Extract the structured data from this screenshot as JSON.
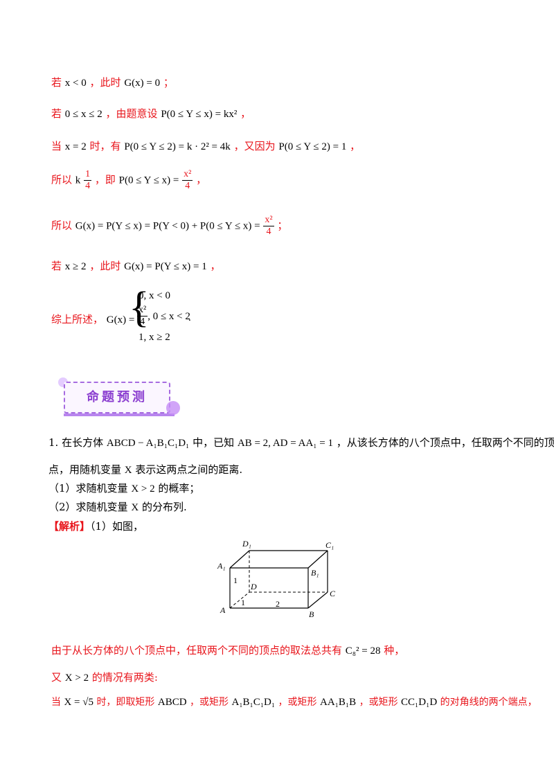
{
  "lines": {
    "l1_a": "若",
    "l1_m1": "x < 0",
    "l1_b": "，此时",
    "l1_m2": "G(x) = 0",
    "l1_c": "；",
    "l2_a": "若",
    "l2_m1": "0 ≤ x ≤ 2",
    "l2_b": "，由题意设",
    "l2_m2": "P(0 ≤ Y ≤ x) = kx²",
    "l2_c": "，",
    "l3_a": "当",
    "l3_m1": "x = 2",
    "l3_b": "时，有",
    "l3_m2": "P(0 ≤ Y ≤ 2) = k · 2² = 4k",
    "l3_c": "，又因为",
    "l3_m3": "P(0 ≤ Y ≤ 2) = 1",
    "l3_d": "，",
    "l4_a": "所以",
    "l4_m1": "k",
    "l4_frac_num": "1",
    "l4_frac_den": "4",
    "l4_b": "，即",
    "l4_m2": "P(0 ≤ Y ≤ x) =",
    "l4_frac2_num": "x²",
    "l4_frac2_den": "4",
    "l4_c": "，",
    "l5_a": "所以",
    "l5_m1": "G(x) = P(Y ≤ x) = P(Y < 0) + P(0 ≤ Y ≤ x) =",
    "l5_frac_num": "x²",
    "l5_frac_den": "4",
    "l5_c": "；",
    "l6_a": "若",
    "l6_m1": "x ≥ 2",
    "l6_b": "，此时",
    "l6_m2": "G(x) = P(Y ≤ x) = 1",
    "l6_c": "，",
    "l7_a": "综上所述，",
    "l7_m1": "G(x) =",
    "l7_case1": "0, x < 0",
    "l7_case2_num": "x²",
    "l7_case2_den": "4",
    "l7_case2_rest": ", 0 ≤ x < 2",
    "l7_case3": "1, x ≥ 2",
    "l7_c": "."
  },
  "banner": {
    "title": "命题预测"
  },
  "problem": {
    "p1_a": "1.  在长方体",
    "p1_m1": "ABCD − A₁B₁C₁D₁",
    "p1_b": "中，已知",
    "p1_m2": "AB = 2, AD = AA₁ = 1",
    "p1_c": "，从该长方体的八个顶点中，任取两个不同的顶",
    "p2_a": "点，用随机变量",
    "p2_m1": "X",
    "p2_b": "表示这两点之间的距离.",
    "q1_a": "（1）求随机变量",
    "q1_m1": "X > 2",
    "q1_b": "的概率；",
    "q2_a": "（2）求随机变量",
    "q2_m1": "X",
    "q2_b": "的分布列.",
    "ans_tag": "【解析】",
    "ans_text": "（1）如图，"
  },
  "figure": {
    "labels": {
      "A": "A",
      "B": "B",
      "C": "C",
      "D": "D",
      "A1": "A₁",
      "B1": "B₁",
      "C1": "C₁",
      "D1": "D₁",
      "one_a": "1",
      "one_b": "1",
      "two": "2"
    }
  },
  "after": {
    "s1_a": "由于从长方体的八个顶点中，任取两个不同的顶点的取法总共有",
    "s1_m1": "C₈² = 28",
    "s1_b": "种，",
    "s2_a": "又",
    "s2_m1": "X > 2",
    "s2_b": "的情况有两类:",
    "s3_a": "当",
    "s3_m1": "X = √5",
    "s3_b": "时，即取矩形",
    "s3_m2": "ABCD",
    "s3_c": "，或矩形",
    "s3_m3": "A₁B₁C₁D₁",
    "s3_d": "，或矩形",
    "s3_m4": "AA₁B₁B",
    "s3_e": "，或矩形",
    "s3_m5": "CC₁D₁D",
    "s3_f": "的对角线的两个端点，"
  }
}
